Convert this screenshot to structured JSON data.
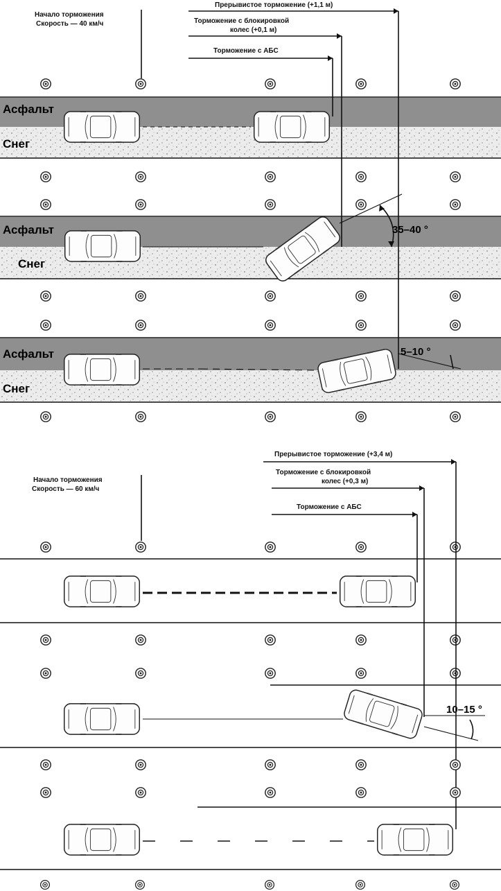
{
  "top_section": {
    "start_label_line1": "Начало торможения",
    "start_label_line2": "Скорость — 40 км/ч",
    "dist_intermittent": "Прерывистое торможение (+1,1 м)",
    "dist_locked_line1": "Торможение с блокировкой",
    "dist_locked_line2": "колес (+0,1 м)",
    "dist_abs": "Торможение с АБС",
    "lane_asphalt": "Асфальт",
    "lane_snow": "Снег",
    "angle_locked": "35–40 °",
    "angle_intermittent": "5–10 °"
  },
  "bottom_section": {
    "start_label_line1": "Начало торможения",
    "start_label_line2": "Скорость — 60 км/ч",
    "dist_intermittent": "Прерывистое торможение (+3,4 м)",
    "dist_locked_line1": "Торможение с блокировкой",
    "dist_locked_line2": "колес (+0,3 м)",
    "dist_abs": "Торможение с АБС",
    "angle_locked": "10–15 °"
  },
  "colors": {
    "asphalt": "#8f8f8f",
    "snow": "#e8e8e8",
    "ink": "#111111"
  }
}
